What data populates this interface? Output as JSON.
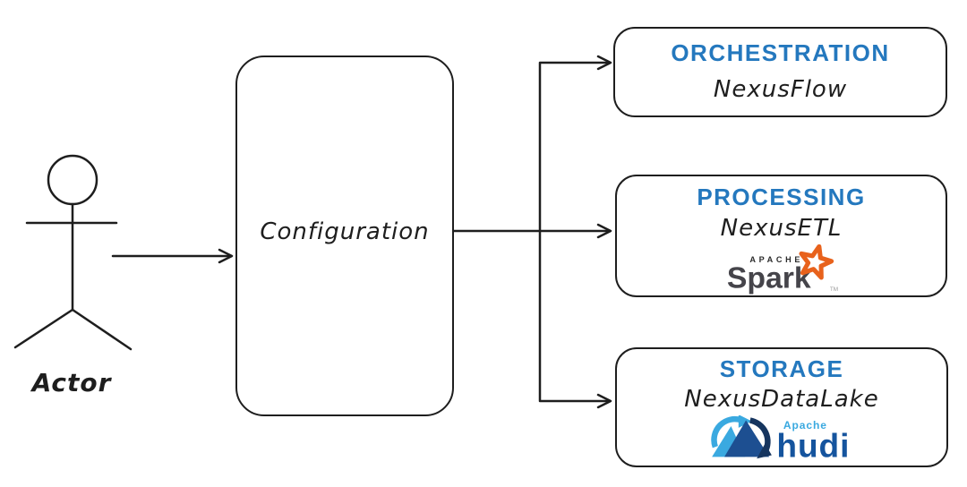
{
  "diagram": {
    "actor": {
      "label": "Actor"
    },
    "config_box": {
      "label": "Configuration"
    },
    "boxes": [
      {
        "title": "ORCHESTRATION",
        "name": "NexusFlow"
      },
      {
        "title": "PROCESSING",
        "name": "NexusETL",
        "logo": "apache-spark"
      },
      {
        "title": "STORAGE",
        "name": "NexusDataLake",
        "logo": "apache-hudi"
      }
    ],
    "logos": {
      "spark": {
        "apache": "APACHE",
        "wordmark": "Spark",
        "tm": "TM"
      },
      "hudi": {
        "apache": "Apache",
        "wordmark": "hudi"
      }
    },
    "colors": {
      "stroke": "#1e1e1e",
      "heading_blue": "#2478be",
      "spark_orange": "#e8621c",
      "spark_gray": "#45444a",
      "hudi_light_blue": "#3aa9e0",
      "hudi_dark_blue": "#1d4f91",
      "hudi_navy": "#16355f",
      "hudi_text_blue": "#15549e"
    }
  }
}
